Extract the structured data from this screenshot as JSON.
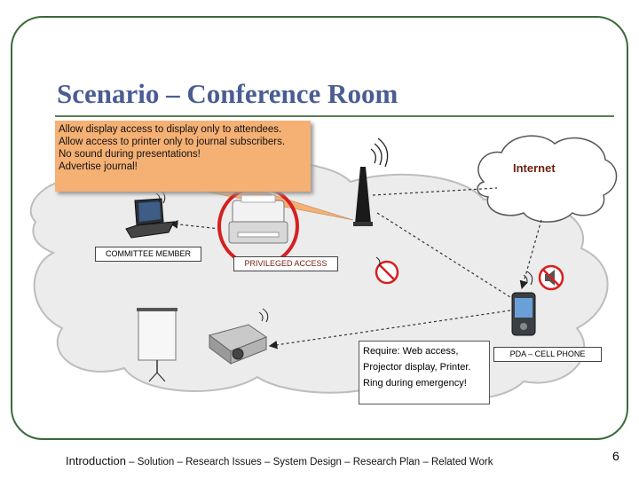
{
  "title": "Scenario – Conference Room",
  "policy_note": {
    "lines": [
      "Allow display access to display only to attendees.",
      "Allow access to printer only to journal subscribers.",
      "No sound during presentations!",
      "Advertise journal!"
    ]
  },
  "internet": {
    "label": "Internet"
  },
  "labels": {
    "committee_member": "COMMITTEE MEMBER",
    "privileged_access": "PRIVILEGED ACCESS",
    "pda_cell_phone": "PDA – CELL PHONE"
  },
  "requirements": {
    "line1": "Require: Web access,",
    "line2": "Projector display, Printer.",
    "line3": "Ring during emergency!"
  },
  "footer": {
    "items": [
      "Introduction",
      "Solution",
      "Research Issues",
      "System Design",
      "Research Plan",
      "Related Work"
    ],
    "separator": "–"
  },
  "page_number": "6",
  "colors": {
    "title": "#4a5d93",
    "note_fill": "#f5b074",
    "frame": "#3a6a3a",
    "prohibit": "#d42020",
    "internet_label": "#6b2310"
  }
}
